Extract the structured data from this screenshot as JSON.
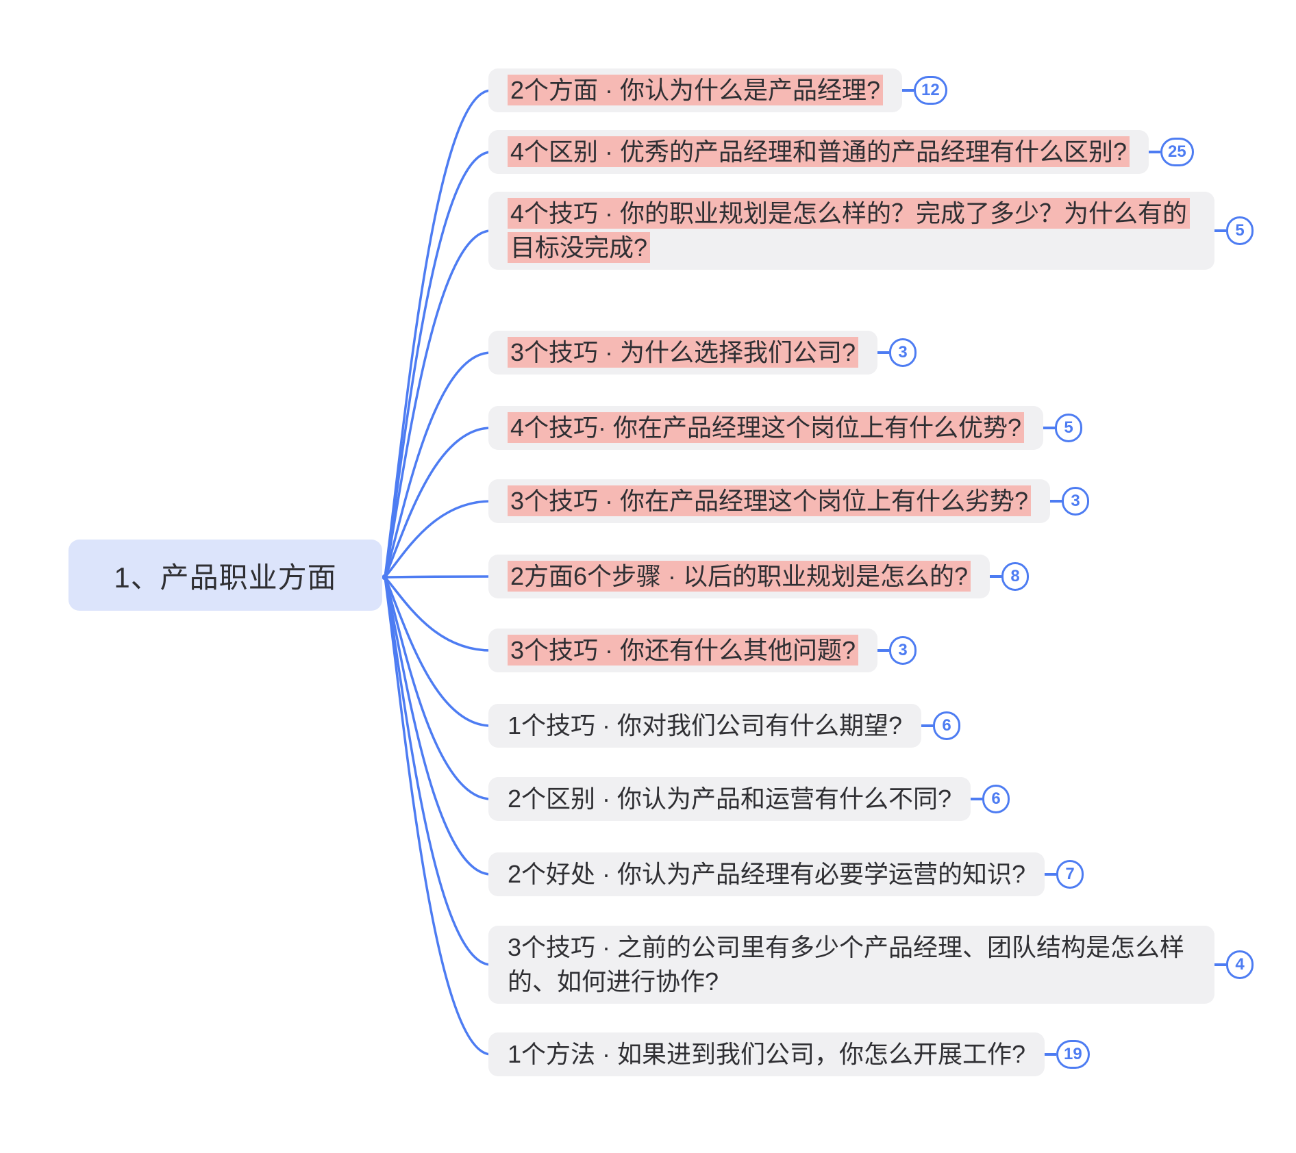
{
  "root": {
    "label": "1、产品职业方面"
  },
  "branches": [
    {
      "text": "2个方面 · 你认为什么是产品经理?",
      "count": "12"
    },
    {
      "text": "4个区别 · 优秀的产品经理和普通的产品经理有什么区别?",
      "count": "25"
    },
    {
      "text": "4个技巧 · 你的职业规划是怎么样的？完成了多少？为什么有的目标没完成?",
      "count": "5"
    },
    {
      "text": "3个技巧 · 为什么选择我们公司?",
      "count": "3"
    },
    {
      "text": "4个技巧· 你在产品经理这个岗位上有什么优势?",
      "count": "5"
    },
    {
      "text": "3个技巧 · 你在产品经理这个岗位上有什么劣势?",
      "count": "3"
    },
    {
      "text": "2方面6个步骤 · 以后的职业规划是怎么的?",
      "count": "8"
    },
    {
      "text": "3个技巧 · 你还有什么其他问题?",
      "count": "3"
    },
    {
      "text": "1个技巧 · 你对我们公司有什么期望?",
      "count": "6"
    },
    {
      "text": "2个区别 · 你认为产品和运营有什么不同?",
      "count": "6"
    },
    {
      "text": "2个好处 · 你认为产品经理有必要学运营的知识?",
      "count": "7"
    },
    {
      "text": "3个技巧 · 之前的公司里有多少个产品经理、团队结构是怎么样的、如何进行协作?",
      "count": "4"
    },
    {
      "text": "1个方法 · 如果进到我们公司，你怎么开展工作?",
      "count": "19"
    }
  ],
  "colors": {
    "accent": "#4d7cf2",
    "root_bg": "#dce4fb",
    "node_bg": "#f0f0f2",
    "highlight": "#f6b9b4",
    "text": "#2f2f33"
  }
}
